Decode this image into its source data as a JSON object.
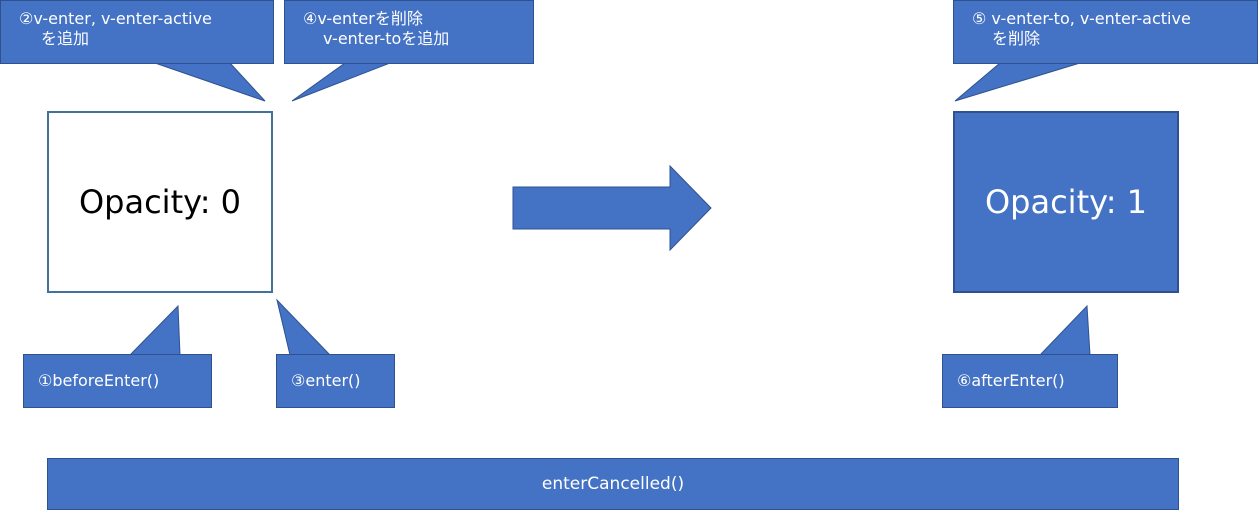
{
  "colors": {
    "accent": "#4472C4",
    "accent_border": "#2F528F",
    "box_border": "#41719C"
  },
  "callouts": {
    "c2": {
      "line1": "②v-enter, v-enter-active",
      "line2": "を追加"
    },
    "c4": {
      "line1": "④v-enterを削除",
      "line2": "v-enter-toを追加"
    },
    "c5": {
      "line1": "⑤ v-enter-to, v-enter-active",
      "line2": "を削除"
    },
    "c1": {
      "text": "①beforeEnter()"
    },
    "c3": {
      "text": "③enter()"
    },
    "c6": {
      "text": "⑥afterEnter()"
    }
  },
  "states": {
    "start": "Opacity: 0",
    "end": "Opacity: 1"
  },
  "cancel": "enterCancelled()"
}
